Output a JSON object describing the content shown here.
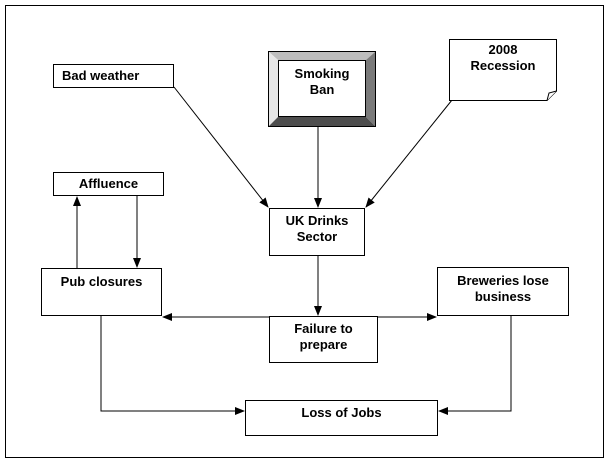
{
  "diagram": {
    "nodes": {
      "bad_weather": "Bad weather",
      "smoking_ban": "Smoking\nBan",
      "recession": "2008\nRecession",
      "affluence": "Affluence",
      "uk_drinks": "UK Drinks\nSector",
      "pub_closures": "Pub closures",
      "breweries": "Breweries lose\nbusiness",
      "failure": "Failure to\nprepare",
      "loss_jobs": "Loss of Jobs"
    },
    "edges": [
      {
        "from": "Bad weather",
        "to": "UK Drinks Sector"
      },
      {
        "from": "Smoking Ban",
        "to": "UK Drinks Sector"
      },
      {
        "from": "2008 Recession",
        "to": "UK Drinks Sector"
      },
      {
        "from": "Pub closures",
        "to": "Affluence"
      },
      {
        "from": "Affluence",
        "to": "Pub closures"
      },
      {
        "from": "UK Drinks Sector",
        "to": "Failure to prepare"
      },
      {
        "from": "Failure to prepare",
        "to": "Pub closures"
      },
      {
        "from": "Failure to prepare",
        "to": "Breweries lose business"
      },
      {
        "from": "Pub closures",
        "to": "Loss of Jobs"
      },
      {
        "from": "Breweries lose business",
        "to": "Loss of Jobs"
      }
    ]
  }
}
